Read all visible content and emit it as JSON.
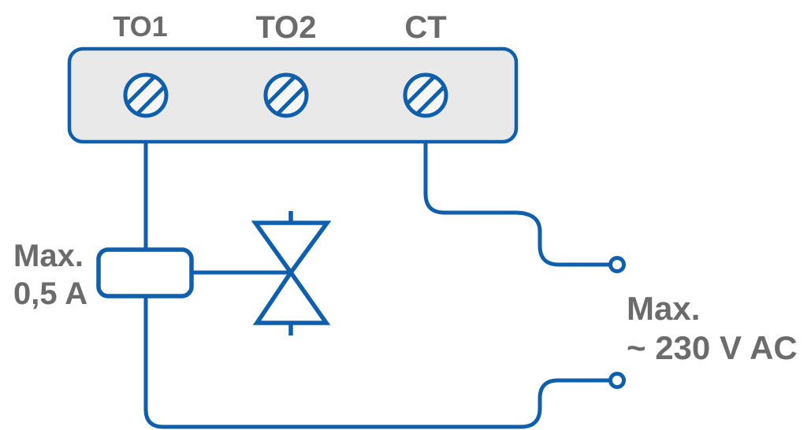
{
  "colors": {
    "wire_blue": "#0f5fad",
    "label_gray": "#6b6b6b",
    "terminal_block_fill": "#e9e9e9",
    "terminal_circle_fill": "#f6f6f6",
    "fuse_box_fill": "#ffffff",
    "background": "#ffffff"
  },
  "terminal_block": {
    "labels": [
      "TO1",
      "TO2",
      "CT"
    ]
  },
  "fuse": {
    "label_line1": "Max.",
    "label_line2": "0,5 A"
  },
  "supply": {
    "label_line1": "Max.",
    "label_line2": "~ 230 V AC"
  },
  "icons": {
    "screw-terminal-icon": "circle-with-diagonal-slot",
    "valve-icon": "hourglass-triangles",
    "connection-point-icon": "open-circle",
    "fuse-box-icon": "rounded-rectangle"
  }
}
